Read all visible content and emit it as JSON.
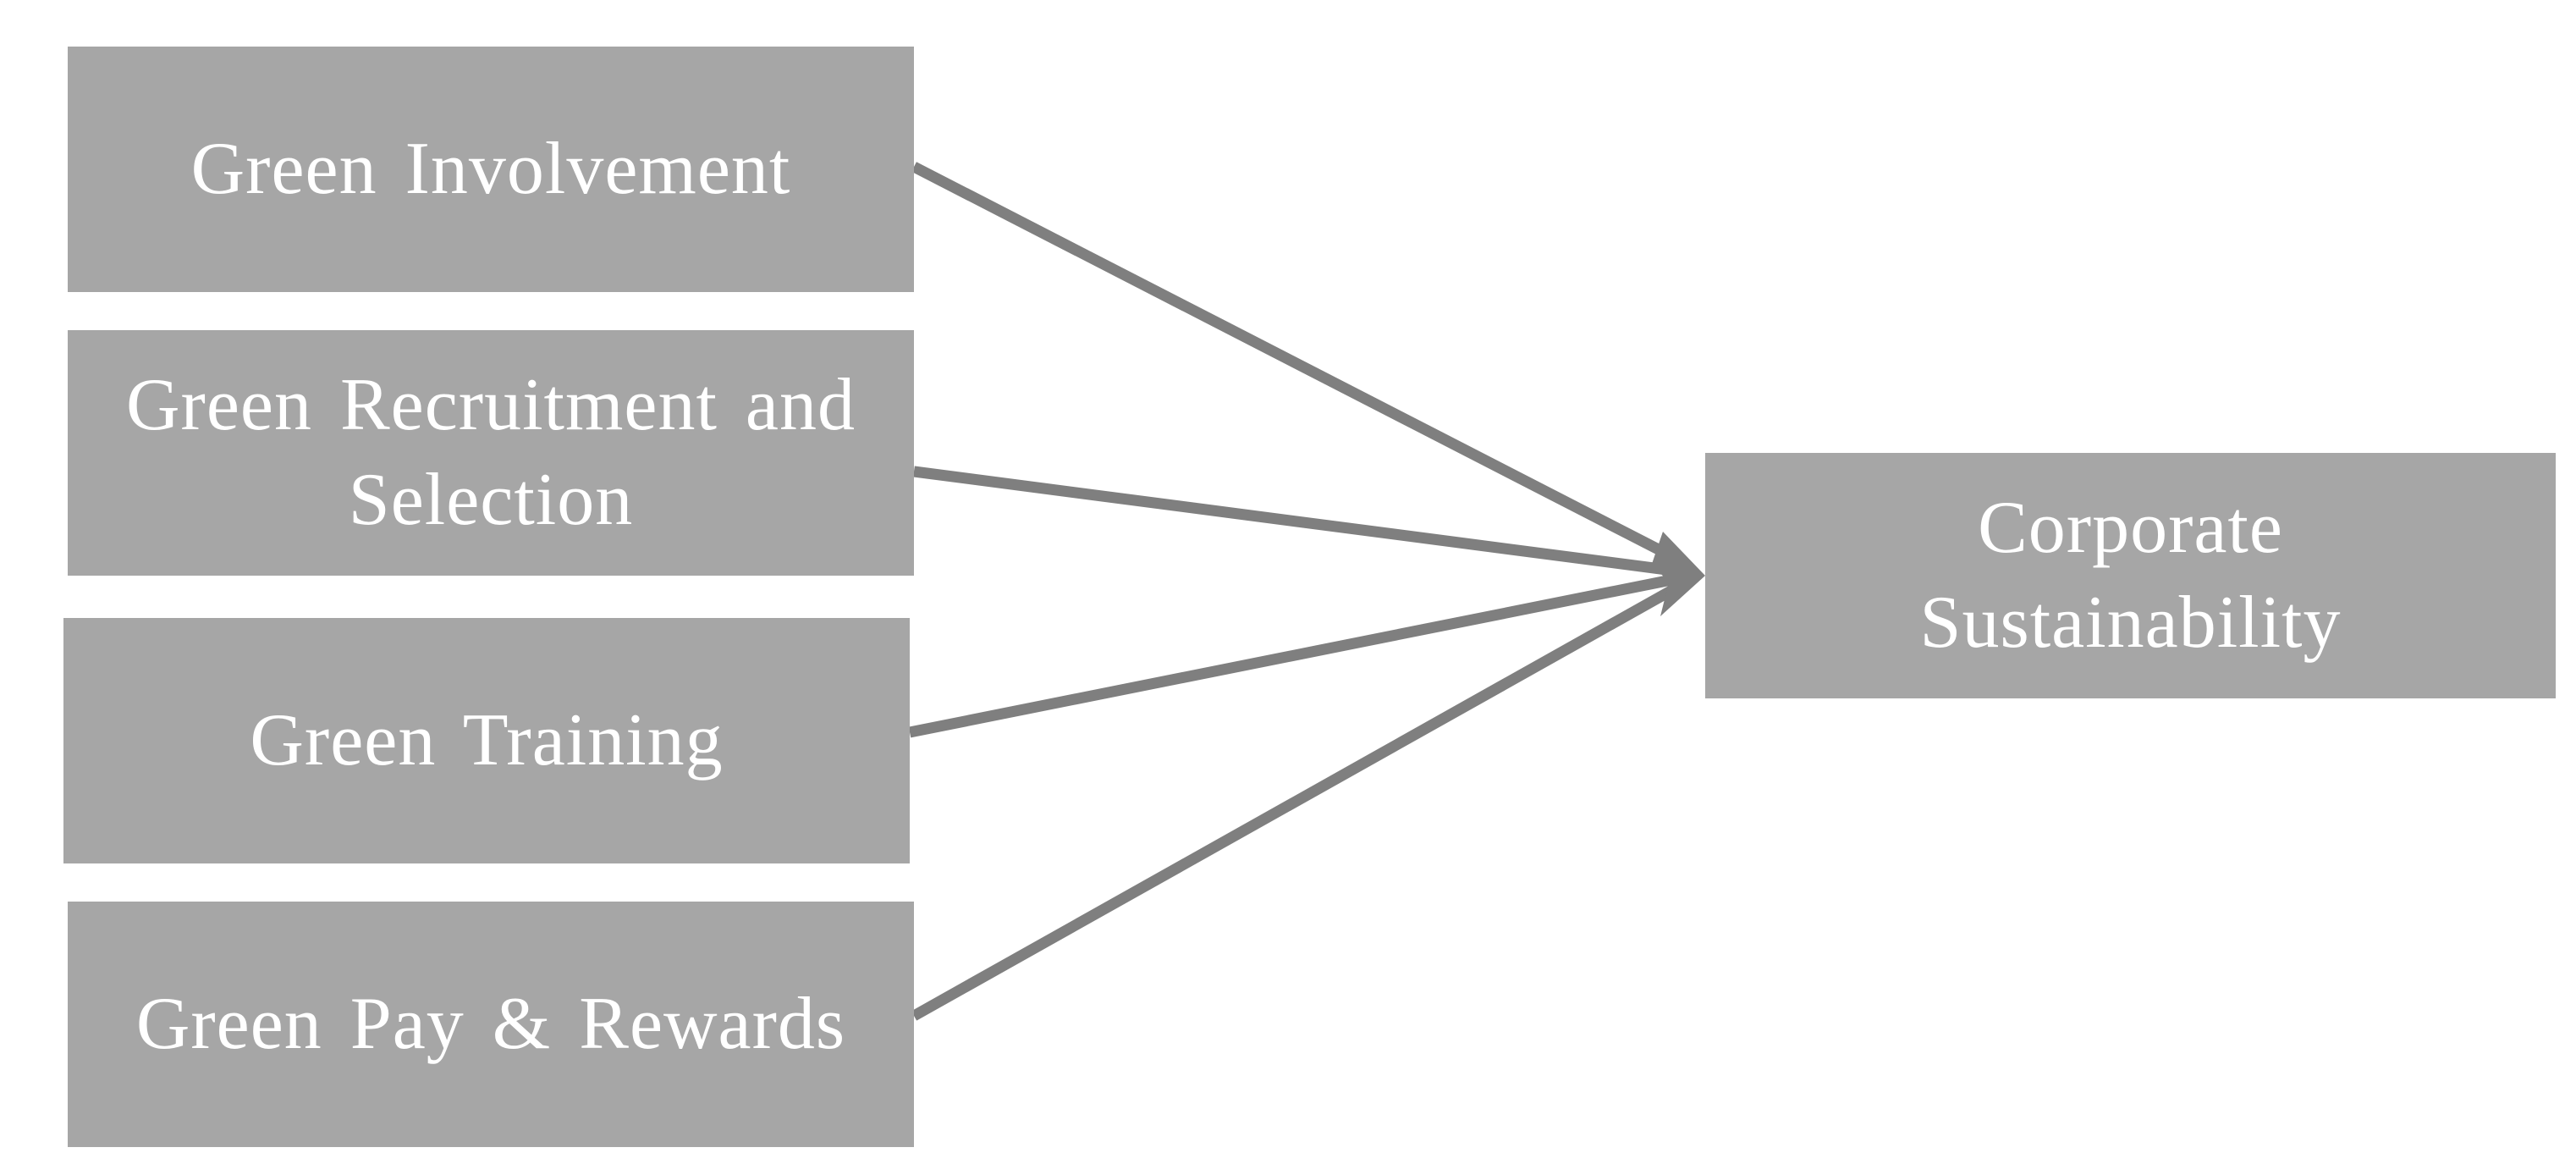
{
  "diagram": {
    "sources": [
      {
        "id": "green-involvement",
        "label": "Green Involvement"
      },
      {
        "id": "green-recruitment",
        "label": "Green Recruitment  and Selection"
      },
      {
        "id": "green-training",
        "label": "Green Training"
      },
      {
        "id": "green-pay",
        "label": "Green Pay & Rewards"
      }
    ],
    "target": {
      "id": "corporate-sustainability",
      "label": "Corporate Sustainability"
    },
    "edges": [
      {
        "from": "green-involvement",
        "to": "corporate-sustainability"
      },
      {
        "from": "green-recruitment",
        "to": "corporate-sustainability"
      },
      {
        "from": "green-training",
        "to": "corporate-sustainability"
      },
      {
        "from": "green-pay",
        "to": "corporate-sustainability"
      }
    ],
    "colors": {
      "box_fill": "#a6a6a6",
      "box_text": "#ffffff",
      "arrow": "#7f7f7f",
      "background": "#ffffff"
    }
  }
}
